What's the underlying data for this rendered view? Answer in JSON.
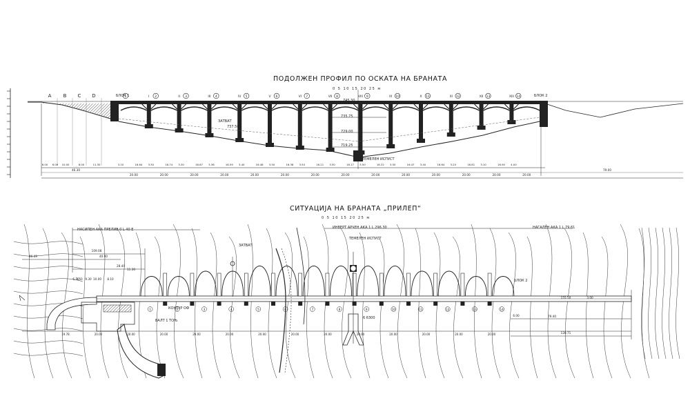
{
  "profile": {
    "title": "ПОДОЛЖЕН ПРОФИЛ ПО ОСКАТА НА БРАНАТА",
    "scale": "0 5 10 15 20 25 м",
    "abutment_labels": [
      "A",
      "B",
      "C",
      "D"
    ],
    "block_left": "БЛОК 1",
    "block_right": "БЛОК 2",
    "arch_numbers": [
      "1",
      "2",
      "3",
      "4",
      "5",
      "6",
      "7",
      "8",
      "9",
      "10",
      "11",
      "12",
      "13",
      "14"
    ],
    "pier_numerals": [
      "I",
      "II",
      "III",
      "IV",
      "V",
      "VI",
      "VII",
      "VIII",
      "IX",
      "X",
      "XI",
      "XII",
      "XIII"
    ],
    "elevations": [
      "745.30",
      "735.75",
      "729.00",
      "719.25"
    ],
    "annotations": [
      "ЗАТВАТ",
      "737.50",
      "ТЕМЕЛЕН ИСПУСТ"
    ],
    "dim_row1": [
      "6.00",
      "6.00",
      "10.00",
      "8.00",
      "11.30",
      "3.10",
      "16.64",
      "3.30",
      "16.74",
      "3.30",
      "16.67",
      "3.36",
      "16.59",
      "3.40",
      "16.48",
      "3.50",
      "16.38",
      "3.50",
      "16.21",
      "3.50",
      "16.17",
      "3.50",
      "16.32",
      "3.50",
      "16.47",
      "3.40",
      "16.64",
      "3.20",
      "16.81",
      "3.10",
      "16.90",
      "4.00"
    ],
    "dim_row2": [
      "46.30",
      "20.00",
      "20.00",
      "20.00",
      "20.00",
      "20.00",
      "20.00",
      "20.00",
      "20.00",
      "20.00",
      "20.00",
      "20.00",
      "20.00",
      "20.00",
      "20.00",
      "79.00"
    ]
  },
  "plan": {
    "title": "СИТУАЦИЈА НА БРАНАТА „ПРИЛЕП“",
    "scale": "0 5 10 15 20 25 м",
    "arch_numbers": [
      "1",
      "2",
      "3",
      "4",
      "5",
      "6",
      "7",
      "8",
      "9",
      "10",
      "11",
      "12",
      "13",
      "14"
    ],
    "annotations": {
      "left_axis": "НАСИПЕН АКА ПРЕЛИВ 0 L 40 Е",
      "axis_center": "ИНВЕРТ АРЧЕН АКА 1 L 296.30",
      "outlet": "ТЕМЕЛЕН ИСПУСТ",
      "gate": "ЗАТВАТ",
      "right_axis": "НАГАЛЕН АКА 1 L 79.61",
      "spillway": "КОНТУР ОФ",
      "block_right": "БЛОК 2",
      "tower": "ВАЛТ 1 ТОЊ",
      "pier_dim": "6 6300"
    },
    "dims_left": [
      "109.08",
      "46.49",
      "40.00",
      "28.40",
      "11.30",
      "6.10",
      "9.50",
      "9.30",
      "10.00",
      "8.10"
    ],
    "dims_right": [
      "155.50",
      "3.00",
      "6.00",
      "79.40",
      "128.71"
    ],
    "dims_bottom": [
      "19.78",
      "20.00",
      "20.00",
      "20.00",
      "20.00",
      "20.00",
      "20.00",
      "20.00",
      "20.00",
      "20.00",
      "20.00",
      "20.00",
      "20.00",
      "20.00"
    ]
  }
}
